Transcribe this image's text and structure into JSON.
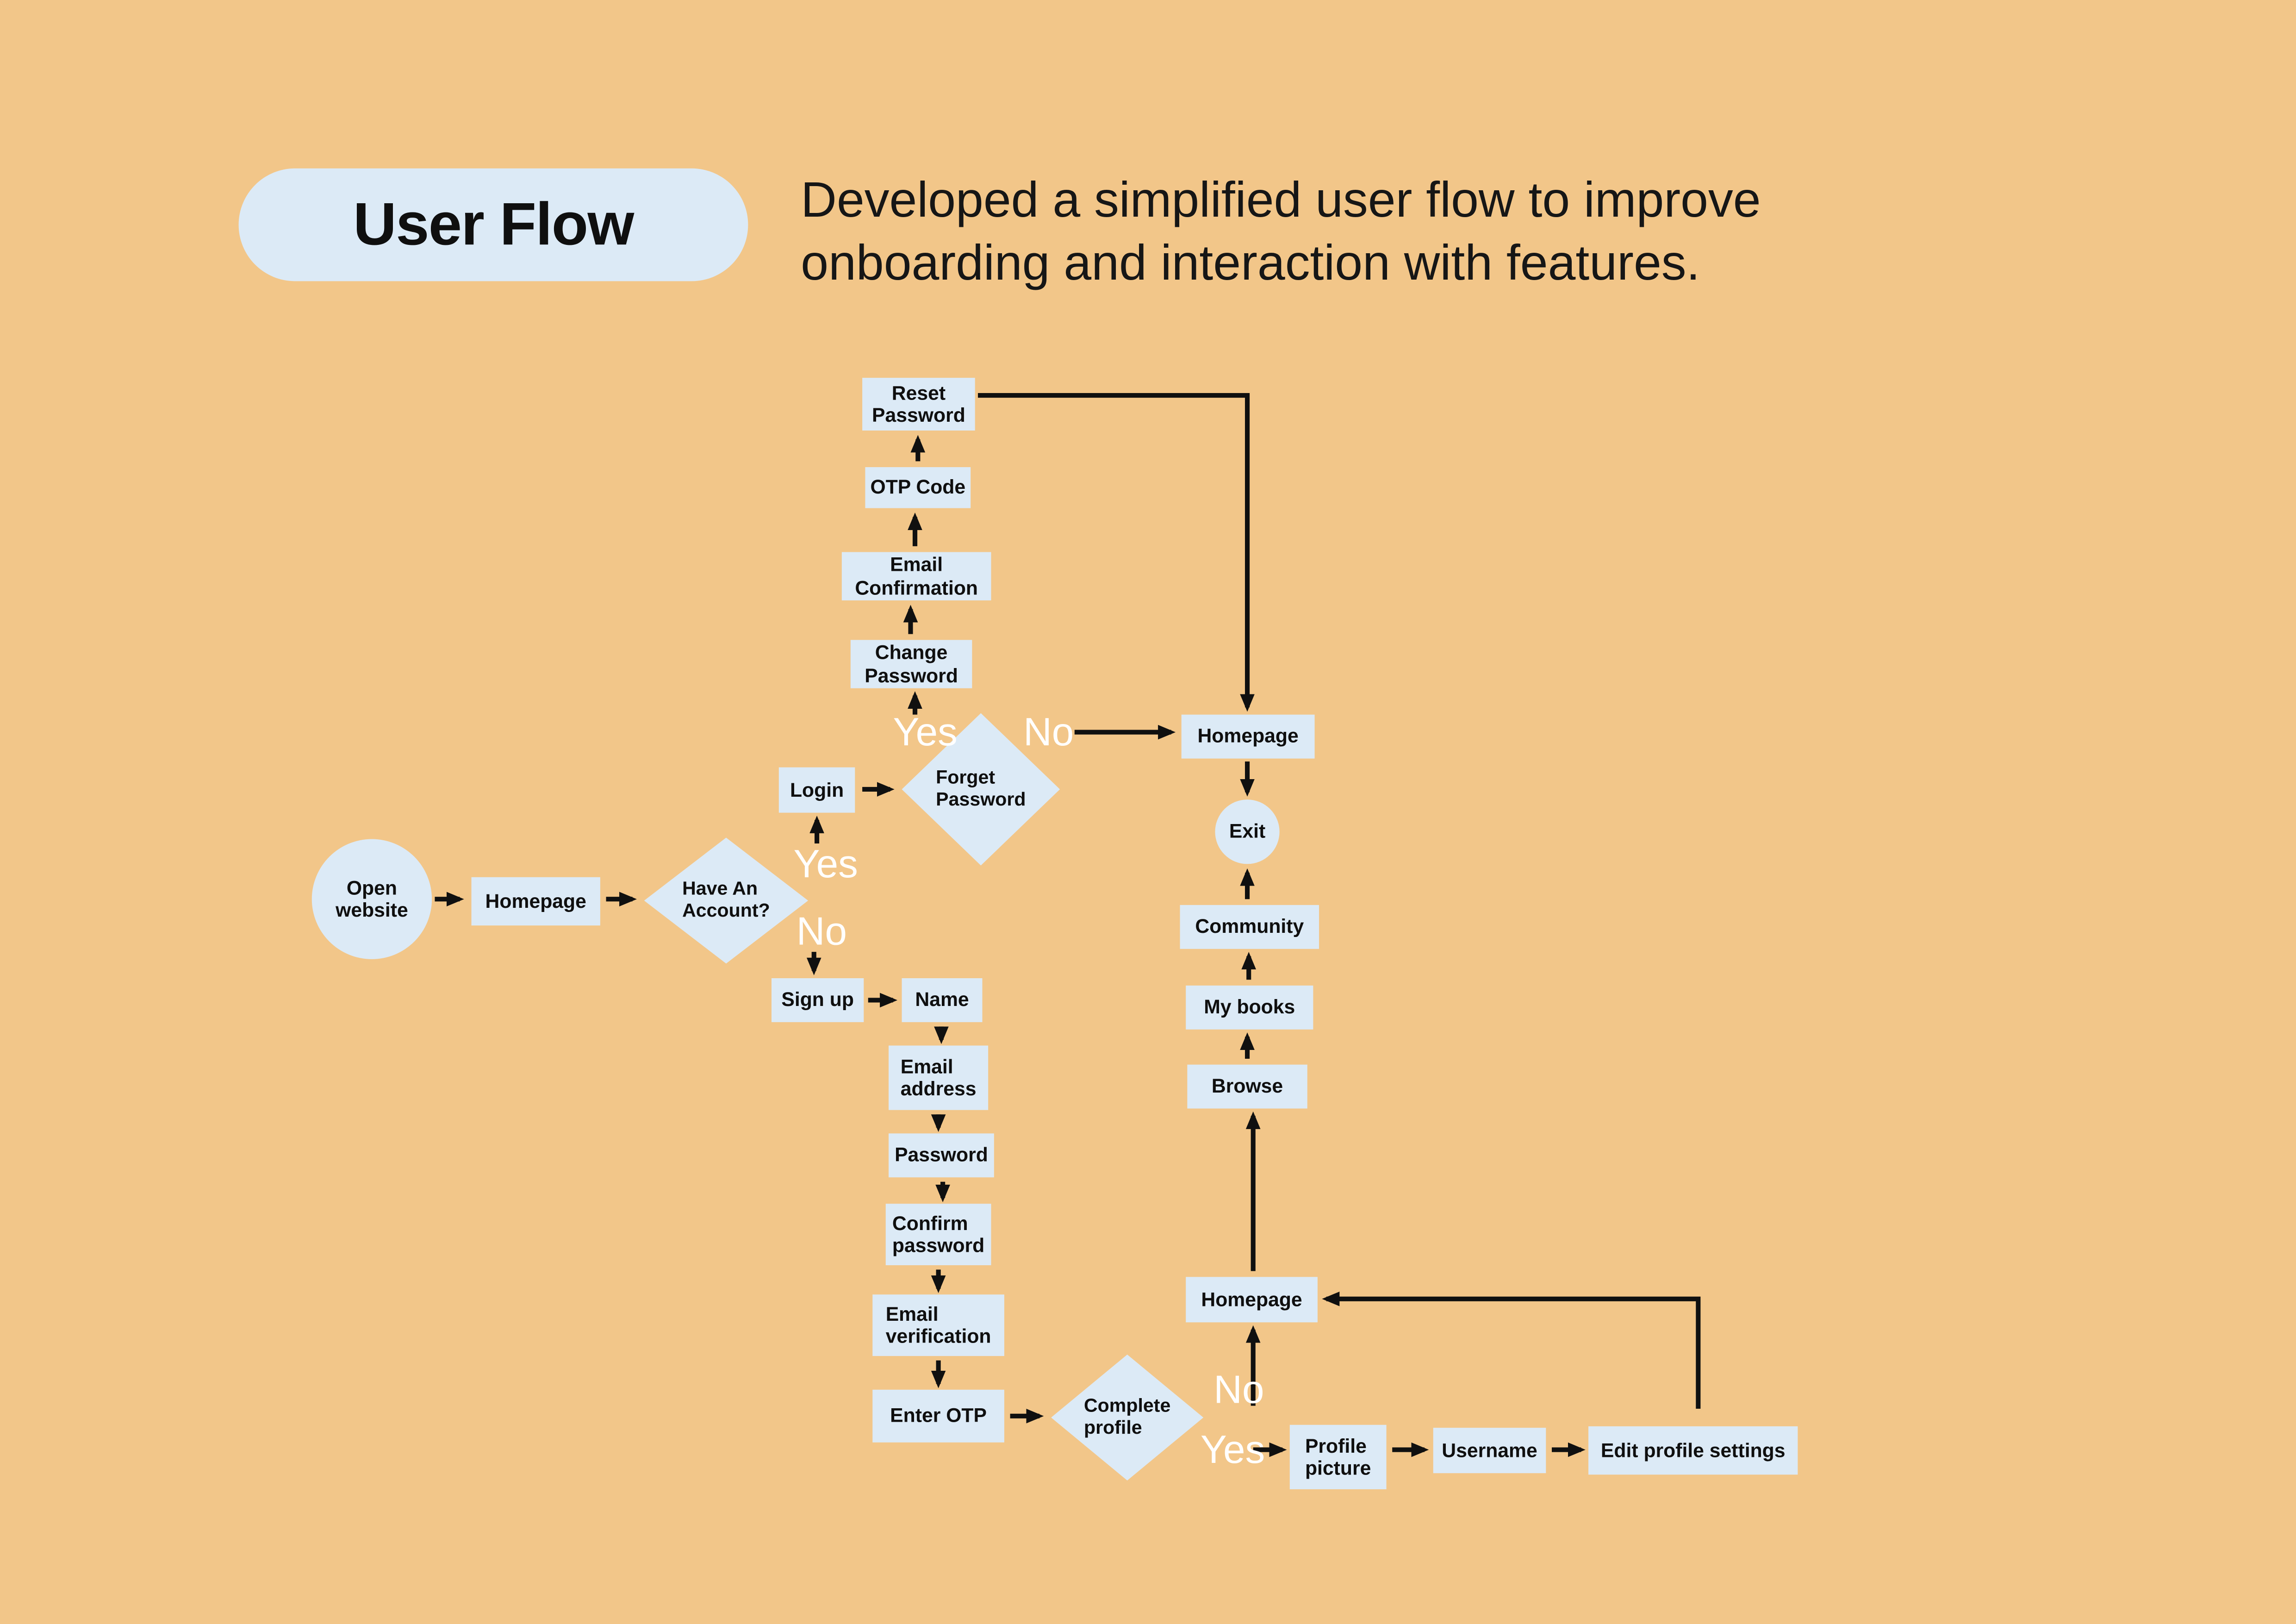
{
  "page": {
    "title": "User Flow",
    "subtitle": "Developed a simplified user flow to improve\nonboarding and interaction with features."
  },
  "labels": {
    "yes": "Yes",
    "no": "No"
  },
  "nodes": {
    "open_website": "Open\nwebsite",
    "homepage_start": "Homepage",
    "have_account": "Have An\nAccount?",
    "login": "Login",
    "forget_password": "Forget\nPassword",
    "change_password": "Change\nPassword",
    "email_confirmation": "Email\nConfirmation",
    "otp_code": "OTP Code",
    "reset_password": "Reset\nPassword",
    "homepage_main": "Homepage",
    "exit": "Exit",
    "community": "Community",
    "my_books": "My books",
    "browse": "Browse",
    "sign_up": "Sign up",
    "name": "Name",
    "email_address": "Email\naddress",
    "password": "Password",
    "confirm_password": "Confirm\npassword",
    "email_verification": "Email\nverification",
    "enter_otp": "Enter OTP",
    "complete_profile": "Complete\nprofile",
    "homepage_profile": "Homepage",
    "profile_picture": "Profile\npicture",
    "username": "Username",
    "edit_profile_settings": "Edit profile settings"
  },
  "colors": {
    "background": "#F2C689",
    "node_fill": "#DCEAF6",
    "text": "#0F0F0F",
    "label_white": "#FFFFFF",
    "arrow": "#101010"
  }
}
